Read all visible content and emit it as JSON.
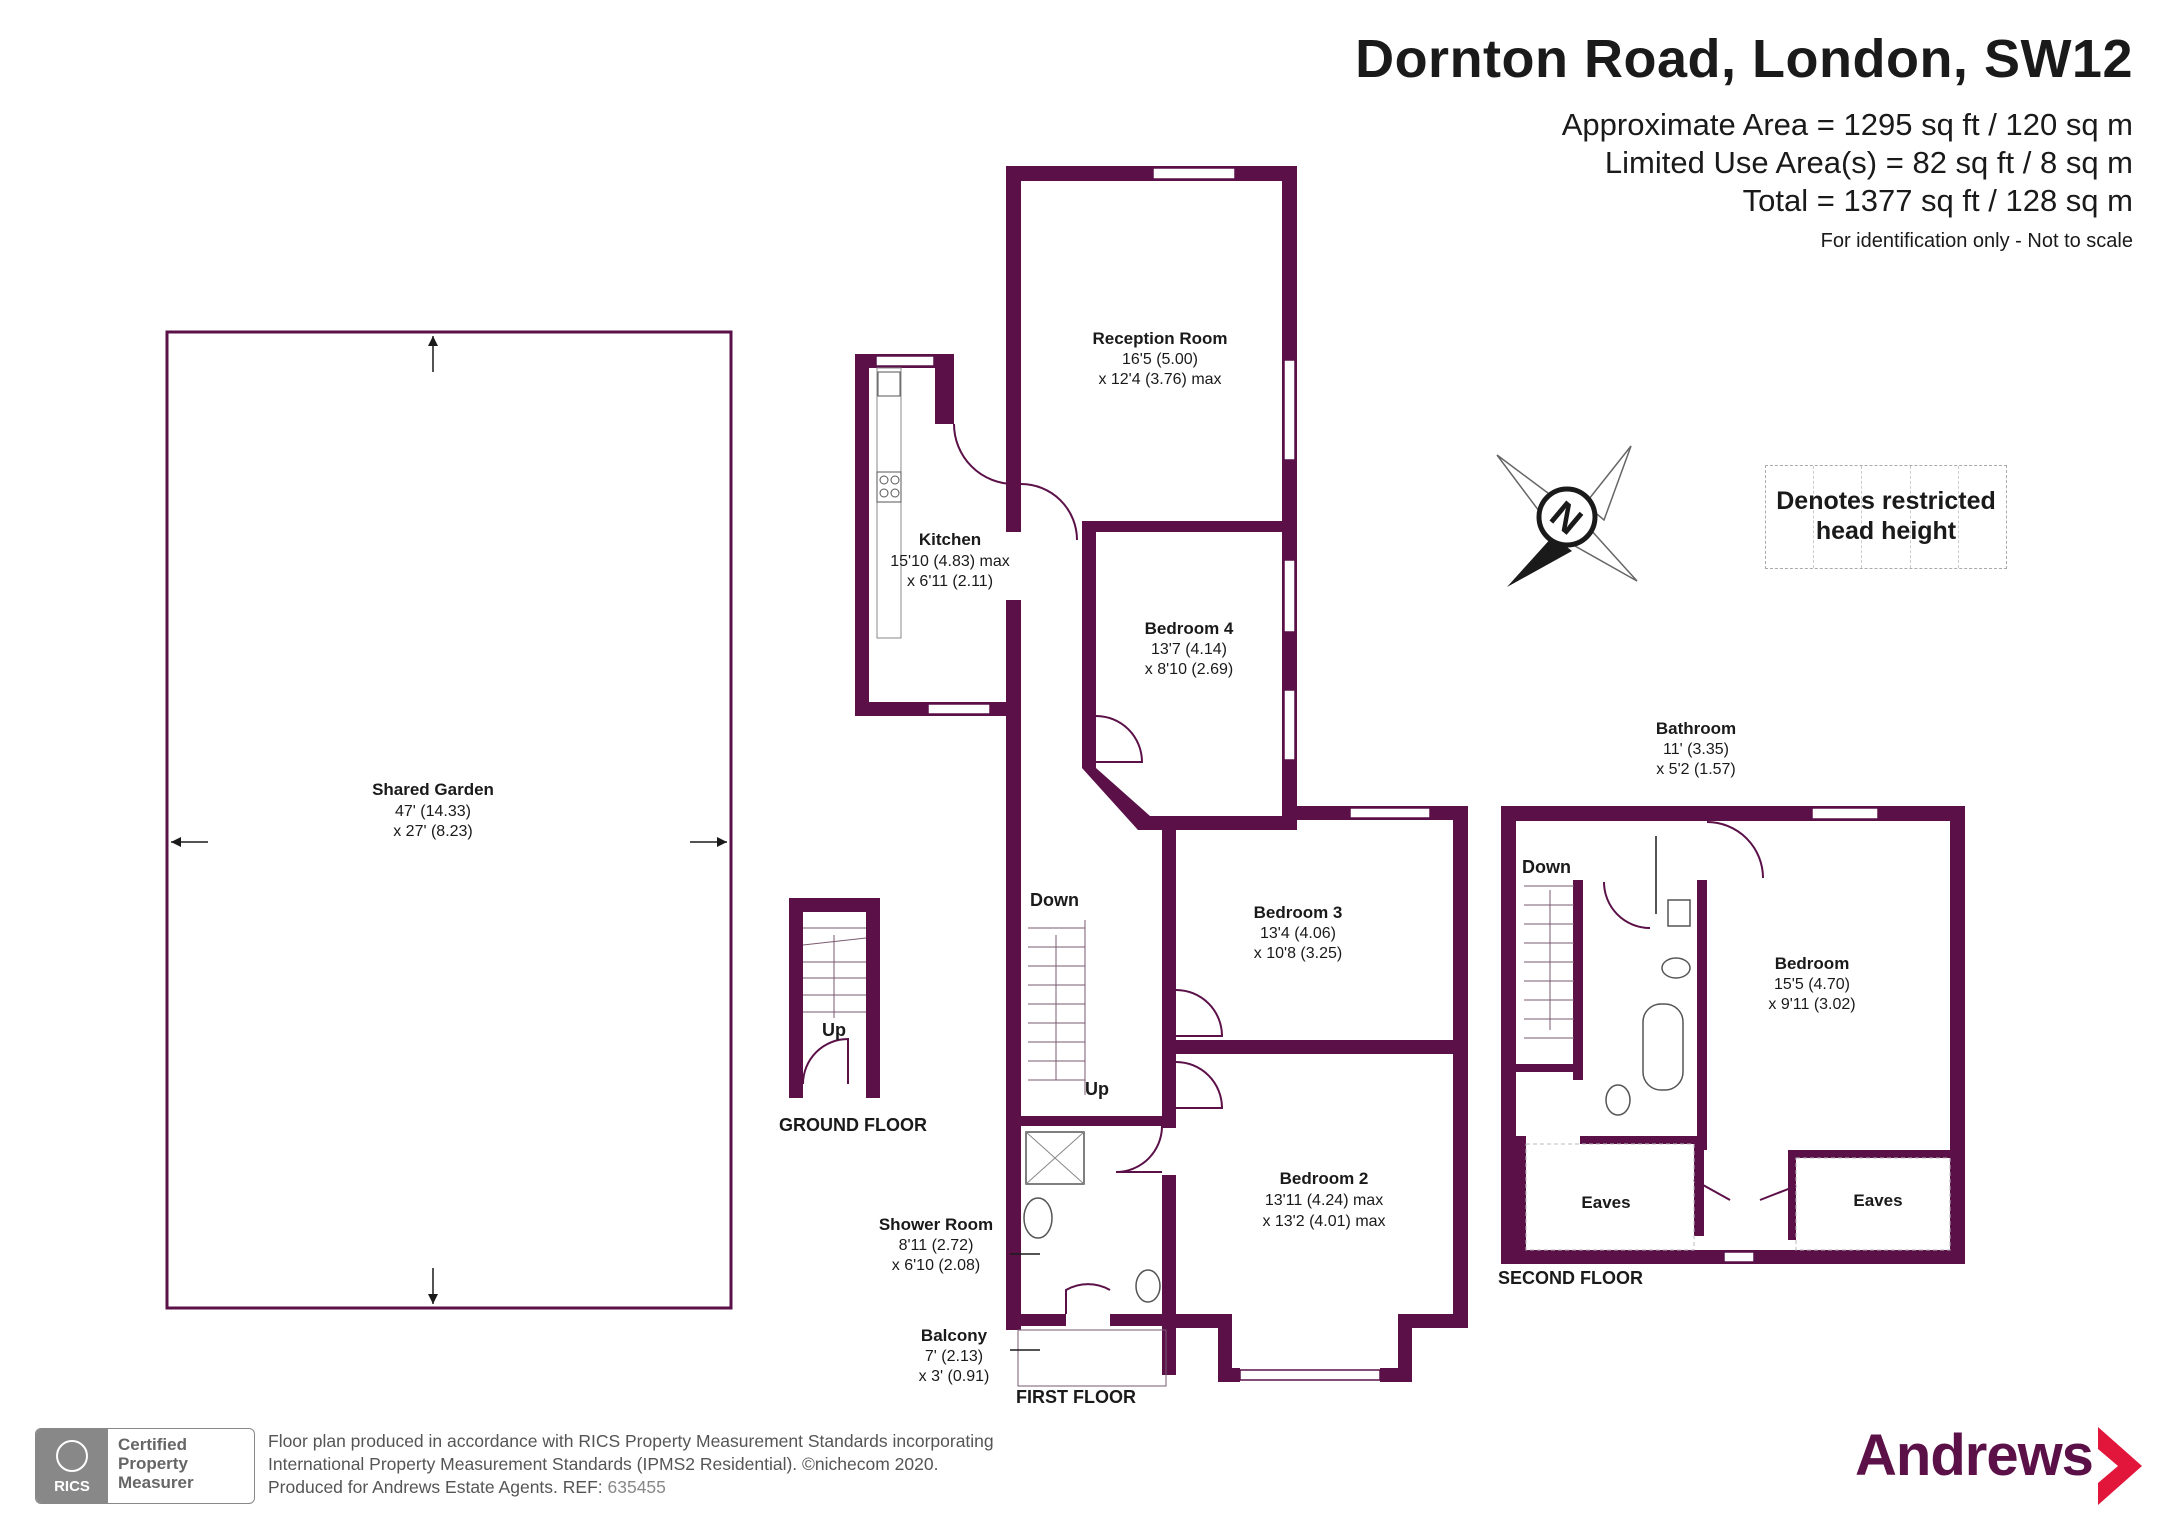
{
  "header": {
    "title": "Dornton Road, London, SW12",
    "approx_area": "Approximate Area = 1295 sq ft / 120 sq m",
    "limited_area": "Limited Use Area(s) = 82 sq ft / 8 sq m",
    "total": "Total = 1377 sq ft / 128 sq m",
    "note": "For identification only - Not to scale"
  },
  "legend": {
    "restricted_line1": "Denotes restricted",
    "restricted_line2": "head height"
  },
  "compass": {
    "label": "N"
  },
  "rooms": {
    "garden": {
      "name": "Shared Garden",
      "dim1": "47' (14.33)",
      "dim2": "x 27' (8.23)"
    },
    "reception": {
      "name": "Reception Room",
      "dim1": "16'5 (5.00)",
      "dim2": "x 12'4 (3.76) max"
    },
    "kitchen": {
      "name": "Kitchen",
      "dim1": "15'10 (4.83) max",
      "dim2": "x 6'11 (2.11)"
    },
    "bedroom4": {
      "name": "Bedroom 4",
      "dim1": "13'7 (4.14)",
      "dim2": "x 8'10 (2.69)"
    },
    "bedroom3": {
      "name": "Bedroom 3",
      "dim1": "13'4 (4.06)",
      "dim2": "x 10'8 (3.25)"
    },
    "bedroom2": {
      "name": "Bedroom 2",
      "dim1": "13'11 (4.24) max",
      "dim2": "x 13'2 (4.01) max"
    },
    "shower": {
      "name": "Shower Room",
      "dim1": "8'11 (2.72)",
      "dim2": "x 6'10 (2.08)"
    },
    "balcony": {
      "name": "Balcony",
      "dim1": "7' (2.13)",
      "dim2": "x 3' (0.91)"
    },
    "bathroom": {
      "name": "Bathroom",
      "dim1": "11' (3.35)",
      "dim2": "x 5'2 (1.57)"
    },
    "bedroom": {
      "name": "Bedroom",
      "dim1": "15'5 (4.70)",
      "dim2": "x 9'11 (3.02)"
    },
    "eaves_left": {
      "name": "Eaves"
    },
    "eaves_right": {
      "name": "Eaves"
    }
  },
  "stairs": {
    "down_first": "Down",
    "up_first": "Up",
    "up_ground": "Up",
    "down_second": "Down"
  },
  "floors": {
    "ground": "GROUND FLOOR",
    "first": "FIRST FLOOR",
    "second": "SECOND FLOOR"
  },
  "footer": {
    "line1": "Floor plan produced in accordance with RICS Property Measurement Standards incorporating",
    "line2": "International Property Measurement Standards (IPMS2 Residential).  ©nichecom 2020.",
    "line3": "Produced for Andrews Estate Agents.   REF:",
    "ref": "635455"
  },
  "rics_badge": {
    "short": "RICS",
    "l1": "Certified",
    "l2": "Property",
    "l3": "Measurer"
  },
  "brand": {
    "name": "Andrews"
  },
  "colors": {
    "wall": "#5b1048",
    "brand": "#5b1048",
    "text": "#1a1a1a"
  }
}
